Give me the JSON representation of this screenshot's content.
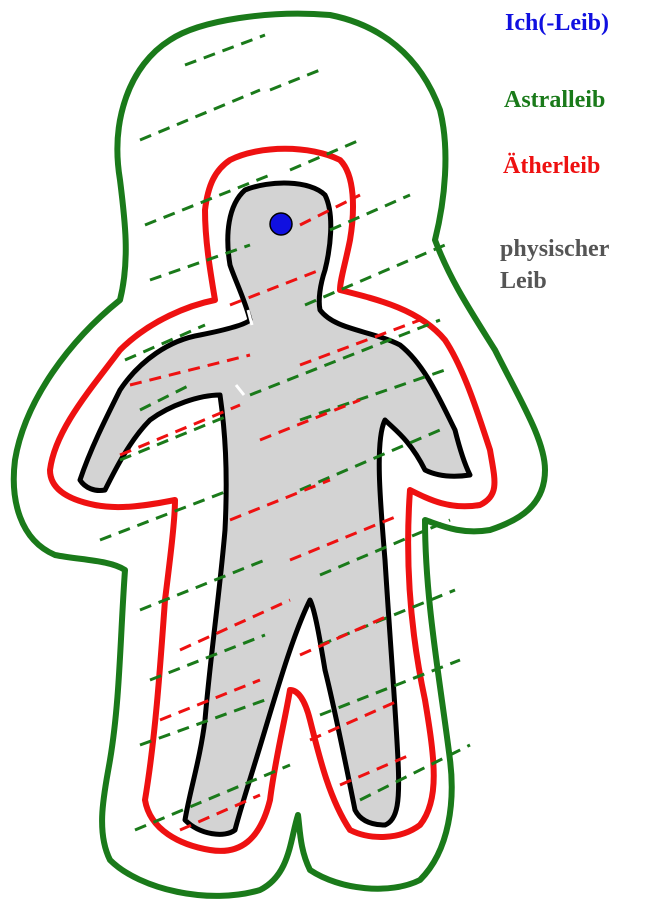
{
  "legend": {
    "ich": {
      "text": "Ich(-Leib)",
      "color": "#1010e0"
    },
    "astral": {
      "text": "Astralleib",
      "color": "#1a7a1a"
    },
    "aether": {
      "text": "Ätherleib",
      "color": "#ee1111"
    },
    "physisch": {
      "line1": "physischer",
      "line2": "Leib",
      "color": "#555555"
    }
  },
  "colors": {
    "astral_outline": "#1a7a1a",
    "aether_outline": "#ee1111",
    "body_fill": "#d3d3d3",
    "body_outline": "#000000",
    "ich_dot": "#1010e0",
    "green_dash": "#1a7a1a",
    "red_dash": "#ee1111"
  },
  "icons": {
    "ich_dot": "blue-circle",
    "astral": "green-outline",
    "aether": "red-outline",
    "physisch": "grey-figure"
  }
}
